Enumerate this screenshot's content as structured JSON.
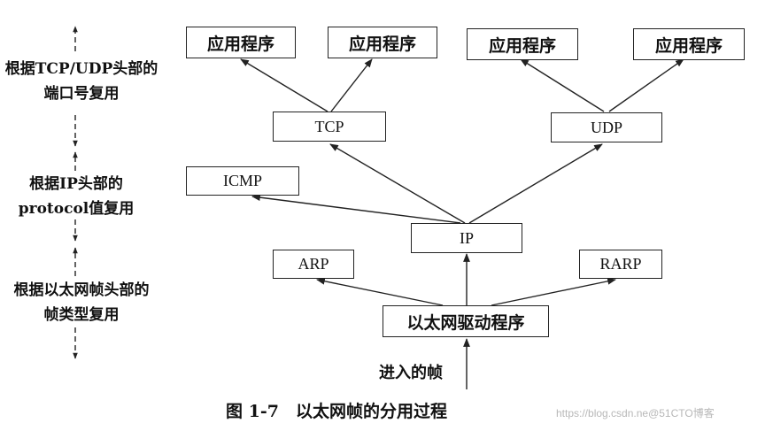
{
  "side_labels": {
    "port": [
      "根据TCP/UDP头部的",
      "端口号复用"
    ],
    "protocol": [
      "根据IP头部的",
      "protocol值复用"
    ],
    "frame": [
      "根据以太网帧头部的",
      "帧类型复用"
    ]
  },
  "nodes": {
    "app1": "应用程序",
    "app2": "应用程序",
    "app3": "应用程序",
    "app4": "应用程序",
    "tcp": "TCP",
    "udp": "UDP",
    "icmp": "ICMP",
    "ip": "IP",
    "arp": "ARP",
    "rarp": "RARP",
    "driver": "以太网驱动程序"
  },
  "input_label": "进入的帧",
  "caption": "图 1-7　以太网帧的分用过程",
  "watermark": "https://blog.csdn.ne@51CTO博客"
}
